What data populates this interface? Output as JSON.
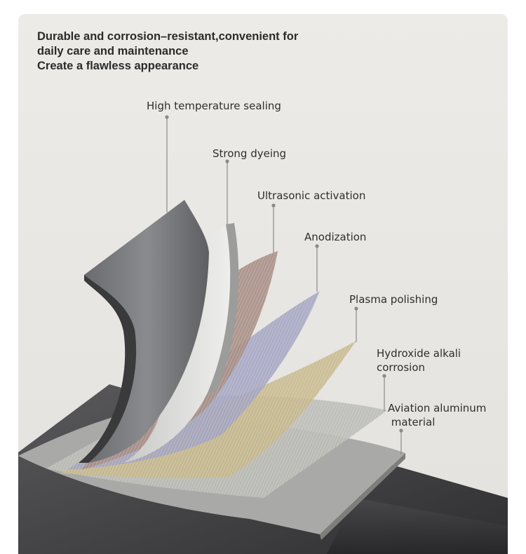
{
  "headline": [
    "Durable and corrosion–resistant,convenient for",
    "daily care and maintenance",
    "Create a flawless appearance"
  ],
  "layers": [
    {
      "lines": [
        "High temperature sealing"
      ],
      "color": "#6f7073"
    },
    {
      "lines": [
        "Strong dyeing"
      ],
      "color": "#d6d6d4"
    },
    {
      "lines": [
        "Ultrasonic activation"
      ],
      "color": "#a88f86"
    },
    {
      "lines": [
        "Anodization"
      ],
      "color": "#a2a3c2"
    },
    {
      "lines": [
        "Plasma polishing"
      ],
      "color": "#c7b98c"
    },
    {
      "lines": [
        "Hydroxide alkali",
        "corrosion"
      ],
      "color": "#bdbcb8"
    },
    {
      "lines": [
        "Aviation aluminum",
        " material"
      ],
      "color": "#a9a9a7"
    }
  ],
  "colors": {
    "background": "#ecebe7",
    "text": "#2b2b2b",
    "leader": "#8a8a8a",
    "base": "#3e3e40"
  }
}
